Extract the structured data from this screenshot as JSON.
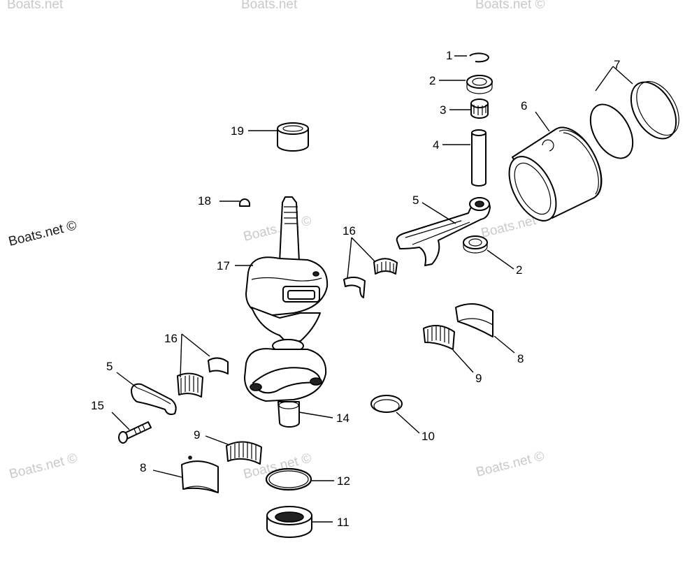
{
  "watermark_main": "Boats.net ©",
  "watermarks": [
    "Boats.net",
    "Boats.net",
    "Boats.net ©",
    "Boats.net ©",
    "Boats.net ©",
    "Boats.net ©",
    "Boats.net ©",
    "Boats.net ©"
  ],
  "callouts": [
    "1",
    "2",
    "3",
    "4",
    "6",
    "7",
    "5",
    "2",
    "19",
    "18",
    "16",
    "17",
    "8",
    "9",
    "16",
    "5",
    "15",
    "14",
    "10",
    "9",
    "8",
    "12",
    "11"
  ]
}
